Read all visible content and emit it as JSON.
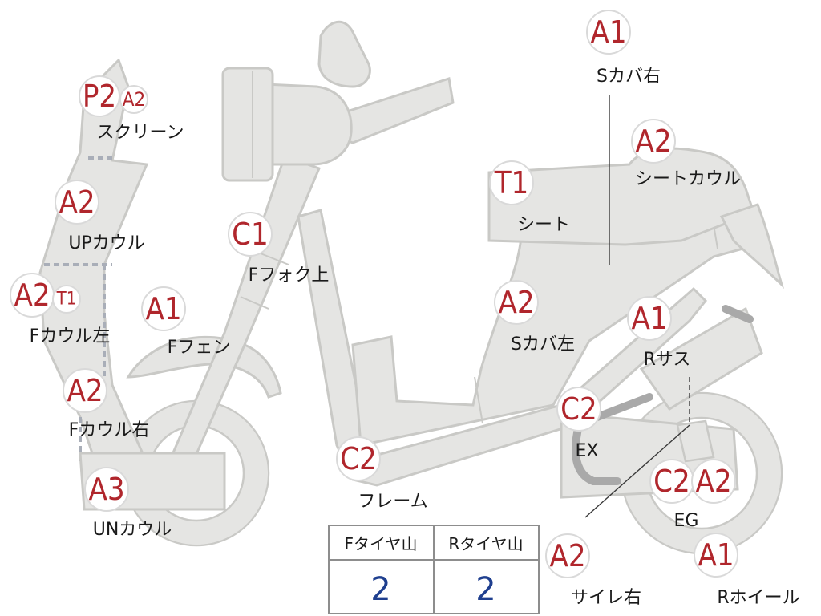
{
  "colors": {
    "part_fill": "#e5e5e3",
    "part_stroke": "#c9c9c6",
    "grade_text": "#b0262c",
    "label_text": "#1a1a1a",
    "tread_value": "#1f3f8f"
  },
  "parts": [
    {
      "key": "screen",
      "grades": [
        "P2",
        "A2"
      ],
      "name": "スクリーン"
    },
    {
      "key": "up_cowl",
      "grades": [
        "A2"
      ],
      "name": "UPカウル"
    },
    {
      "key": "f_cowl_left",
      "grades": [
        "A2",
        "T1"
      ],
      "name": "Fカウル左"
    },
    {
      "key": "f_cowl_right",
      "grades": [
        "A2"
      ],
      "name": "Fカウル右"
    },
    {
      "key": "un_cowl",
      "grades": [
        "A3"
      ],
      "name": "UNカウル"
    },
    {
      "key": "f_fender",
      "grades": [
        "A1"
      ],
      "name": "Fフェン"
    },
    {
      "key": "f_fork_upper",
      "grades": [
        "C1"
      ],
      "name": "Fフォク上"
    },
    {
      "key": "frame",
      "grades": [
        "C2"
      ],
      "name": "フレーム"
    },
    {
      "key": "side_cover_right",
      "grades": [
        "A1"
      ],
      "name": "Sカバ右"
    },
    {
      "key": "seat_cowl",
      "grades": [
        "A2"
      ],
      "name": "シートカウル"
    },
    {
      "key": "seat",
      "grades": [
        "T1"
      ],
      "name": "シート"
    },
    {
      "key": "side_cover_left",
      "grades": [
        "A2"
      ],
      "name": "Sカバ左"
    },
    {
      "key": "r_suspension",
      "grades": [
        "A1"
      ],
      "name": "Rサス"
    },
    {
      "key": "exhaust",
      "grades": [
        "C2"
      ],
      "name": "EX"
    },
    {
      "key": "engine",
      "grades": [
        "C2",
        "A2"
      ],
      "name": "EG"
    },
    {
      "key": "r_wheel",
      "grades": [
        "A1"
      ],
      "name": "Rホイール"
    },
    {
      "key": "muffler_right",
      "grades": [
        "A2"
      ],
      "name": "サイレ右"
    }
  ],
  "tread_table": {
    "headers": [
      "Fタイヤ山",
      "Rタイヤ山"
    ],
    "values": [
      "2",
      "2"
    ]
  }
}
